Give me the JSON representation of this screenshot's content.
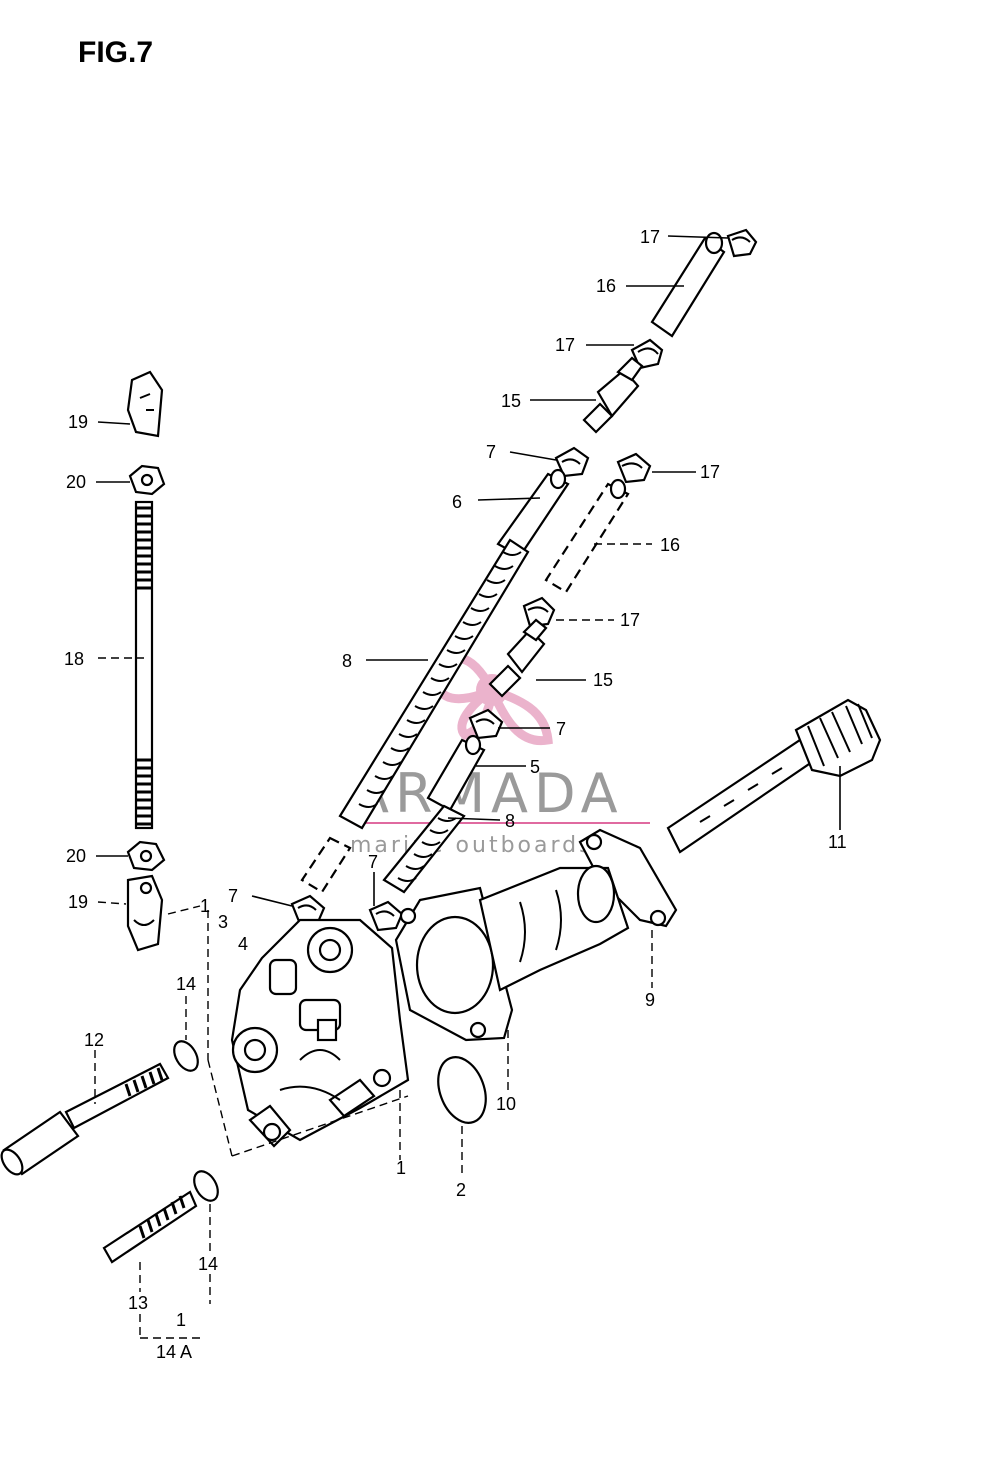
{
  "figure_title": "FIG.7",
  "watermark": {
    "brand": "ARMADA",
    "tagline": "marine outboards",
    "colors": {
      "text": "#9a9a9a",
      "logo": "#e8a6c4",
      "rule": "#e06aa0"
    }
  },
  "callouts": [
    {
      "id": "c17a",
      "text": "17"
    },
    {
      "id": "c16a",
      "text": "16"
    },
    {
      "id": "c17b",
      "text": "17"
    },
    {
      "id": "c15a",
      "text": "15"
    },
    {
      "id": "c7a",
      "text": "7"
    },
    {
      "id": "c17c",
      "text": "17"
    },
    {
      "id": "c6",
      "text": "6"
    },
    {
      "id": "c16b",
      "text": "16"
    },
    {
      "id": "c17d",
      "text": "17"
    },
    {
      "id": "c8a",
      "text": "8"
    },
    {
      "id": "c15b",
      "text": "15"
    },
    {
      "id": "c7b",
      "text": "7"
    },
    {
      "id": "c5",
      "text": "5"
    },
    {
      "id": "c8b",
      "text": "8"
    },
    {
      "id": "c11",
      "text": "11"
    },
    {
      "id": "c7c",
      "text": "7"
    },
    {
      "id": "c7d",
      "text": "7"
    },
    {
      "id": "c9",
      "text": "9"
    },
    {
      "id": "c19a",
      "text": "19"
    },
    {
      "id": "c20a",
      "text": "20"
    },
    {
      "id": "c18",
      "text": "18"
    },
    {
      "id": "c20b",
      "text": "20"
    },
    {
      "id": "c19b",
      "text": "19"
    },
    {
      "id": "c1a",
      "text": "1"
    },
    {
      "id": "c3",
      "text": "3"
    },
    {
      "id": "c4",
      "text": "4"
    },
    {
      "id": "c14a",
      "text": "14"
    },
    {
      "id": "c12",
      "text": "12"
    },
    {
      "id": "c10",
      "text": "10"
    },
    {
      "id": "c1b",
      "text": "1"
    },
    {
      "id": "c2",
      "text": "2"
    },
    {
      "id": "c14b",
      "text": "14"
    },
    {
      "id": "c13",
      "text": "13"
    },
    {
      "id": "c1c",
      "text": "1"
    },
    {
      "id": "c14A",
      "text": "14  A"
    }
  ]
}
